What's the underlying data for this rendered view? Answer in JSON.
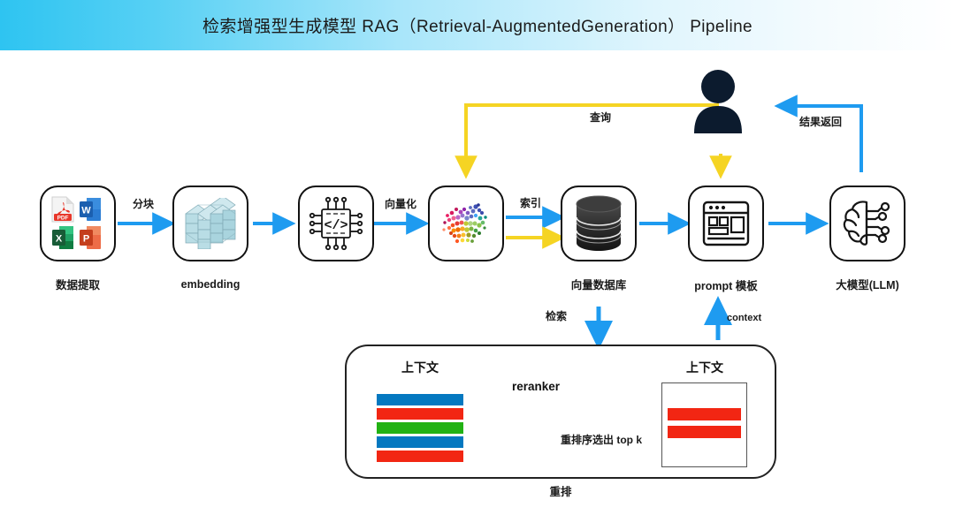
{
  "header": {
    "title": "检索增强型生成模型 RAG（Retrieval-AugmentedGeneration） Pipeline",
    "gradient_from": "#2ec4f1",
    "gradient_to": "#ffffff"
  },
  "colors": {
    "blue_arrow": "#1E9BF0",
    "yellow_arrow": "#F5D423",
    "black_arrow": "#000000",
    "bar_blue": "#0478C0",
    "bar_red": "#F22613",
    "bar_green": "#22B214",
    "diamond_green": "#27AE74",
    "person": "#0C1B2E",
    "node_border": "#111111"
  },
  "nodes": [
    {
      "id": "data-extraction",
      "label": "数据提取",
      "icon": "documents-icon"
    },
    {
      "id": "embedding",
      "label": "embedding",
      "icon": "cube-icon"
    },
    {
      "id": "code-chip",
      "label": "",
      "icon": "cpu-chip-code-icon"
    },
    {
      "id": "vectors",
      "label": "",
      "icon": "scatter-cluster-icon"
    },
    {
      "id": "vector-db",
      "label": "向量数据库",
      "icon": "database-icon"
    },
    {
      "id": "prompt-template",
      "label": "prompt 模板",
      "icon": "browser-wireframe-icon"
    },
    {
      "id": "llm",
      "label": "大模型(LLM)",
      "icon": "brain-circuit-icon"
    }
  ],
  "doc_icons": [
    {
      "name": "pdf-icon",
      "letter": "PDF",
      "color": "#E8382B"
    },
    {
      "name": "word-icon",
      "letter": "W",
      "color": "#2B579A"
    },
    {
      "name": "excel-icon",
      "letter": "X",
      "color": "#217346"
    },
    {
      "name": "powerpoint-icon",
      "letter": "P",
      "color": "#D24726"
    }
  ],
  "edges": [
    {
      "id": "chunking",
      "label": "分块",
      "color": "blue"
    },
    {
      "id": "vectorize",
      "label": "向量化",
      "color": "blue"
    },
    {
      "id": "indexing",
      "label": "索引",
      "color": "blue"
    },
    {
      "id": "query",
      "label": "查询",
      "color": "yellow"
    },
    {
      "id": "result-return",
      "label": "结果返回",
      "color": "blue"
    },
    {
      "id": "retrieval",
      "label": "检索",
      "color": "blue"
    },
    {
      "id": "context",
      "label": "context",
      "color": "blue"
    }
  ],
  "rerank": {
    "left_context_title": "上下文",
    "right_context_title": "上下文",
    "reranker_label": "reranker",
    "arrow_label": "重排序选出 top k",
    "bottom_label": "重排",
    "left_bars": [
      "#0478C0",
      "#F22613",
      "#22B214",
      "#0478C0",
      "#F22613"
    ],
    "right_bars": [
      "#F22613",
      "#F22613"
    ]
  },
  "user": {
    "name": "user-person-icon"
  }
}
